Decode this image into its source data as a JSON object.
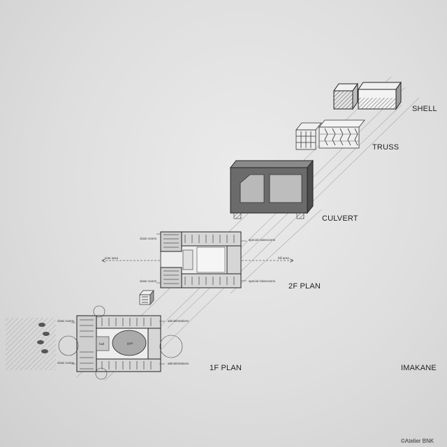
{
  "labels": {
    "shell": "SHELL",
    "truss": "TRUSS",
    "culvert": "CULVERT",
    "plan_2f": "2F PLAN",
    "plan_1f": "1F PLAN",
    "project": "IMAKANE",
    "credit": "©Atelier BNK"
  },
  "plan_2f_annotations": {
    "class_rooms_top": "class rooms",
    "class_rooms_bottom": "class rooms",
    "special_top": "special classrooms",
    "special_bottom": "special classrooms",
    "left_arrow": "river area",
    "right_arrow": "hill area"
  },
  "plan_1f_annotations": {
    "class_rooms_top": "class rooms",
    "class_rooms_bottom": "class rooms",
    "admin_top": "administrations",
    "admin_bottom": "administrations",
    "gym": "gym",
    "hall": "hall"
  },
  "colors": {
    "background": "#e2e2e2",
    "ink": "#222222",
    "culvert": "#6b6b6b",
    "culvert_opening": "#b9b9b9"
  }
}
